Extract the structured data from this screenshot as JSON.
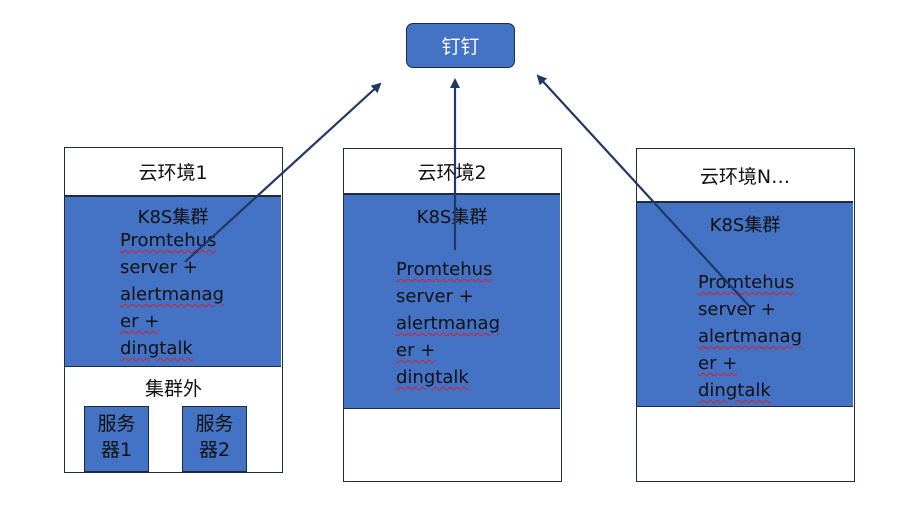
{
  "top_node": {
    "label": "钉钉"
  },
  "environments": [
    {
      "title": "云环境1",
      "cluster_title": "K8S集群",
      "cluster_lines": [
        "Promtehus",
        "server +",
        "alertmanag",
        "er +",
        "dingtalk"
      ],
      "outside_title": "集群外",
      "servers": [
        {
          "line1": "服务",
          "line2": "器1"
        },
        {
          "line1": "服务",
          "line2": "器2"
        }
      ]
    },
    {
      "title": "云环境2",
      "cluster_title": "K8S集群",
      "cluster_lines": [
        "Promtehus",
        "server +",
        "alertmanag",
        "er +",
        "dingtalk"
      ]
    },
    {
      "title": "云环境N…",
      "cluster_title": "K8S集群",
      "cluster_lines": [
        "Promtehus",
        "server +",
        "alertmanag",
        "er +",
        "dingtalk"
      ]
    }
  ],
  "colors": {
    "box_fill": "#4472c4",
    "arrow": "#1f3864",
    "border": "#1f2a3a",
    "spell_underline": "#d6202a"
  }
}
